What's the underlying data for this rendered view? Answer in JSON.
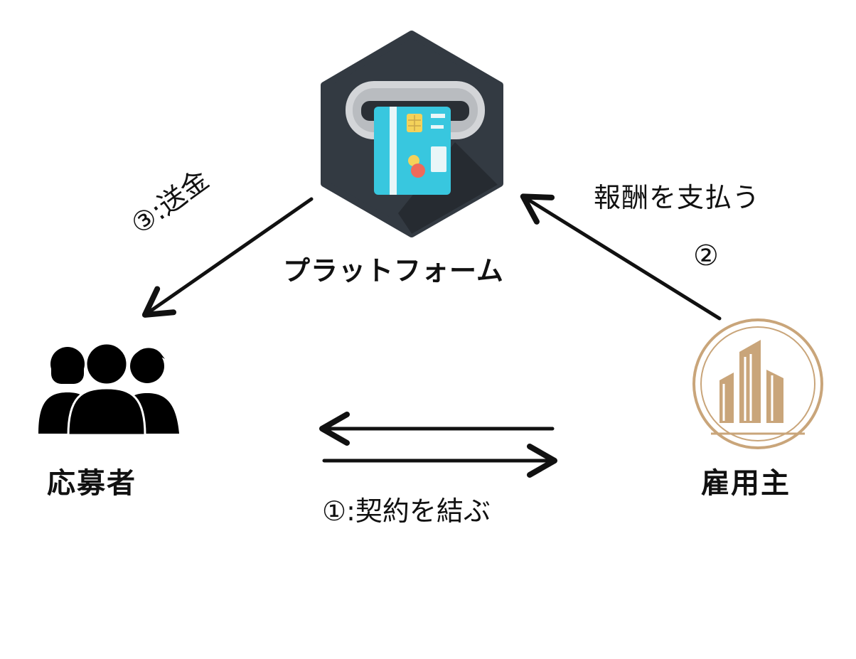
{
  "nodes": {
    "platform": {
      "label": "プラットフォーム",
      "icon": "card-payment-terminal-icon"
    },
    "applicant": {
      "label": "応募者",
      "icon": "people-group-icon"
    },
    "employer": {
      "label": "雇用主",
      "icon": "building-logo-icon"
    }
  },
  "edges": {
    "contract": {
      "label": "①:契約を結ぶ"
    },
    "payment": {
      "label": "報酬を支払う",
      "step": "②"
    },
    "transfer": {
      "label": "③:送金"
    }
  },
  "colors": {
    "hexagon": "#333a42",
    "hexagon_shadow": "#252a30",
    "slot": "#b9bcc0",
    "card": "#38c7df",
    "chip": "#f4d25a",
    "gold": "#c9a57a",
    "arrow": "#111111"
  }
}
